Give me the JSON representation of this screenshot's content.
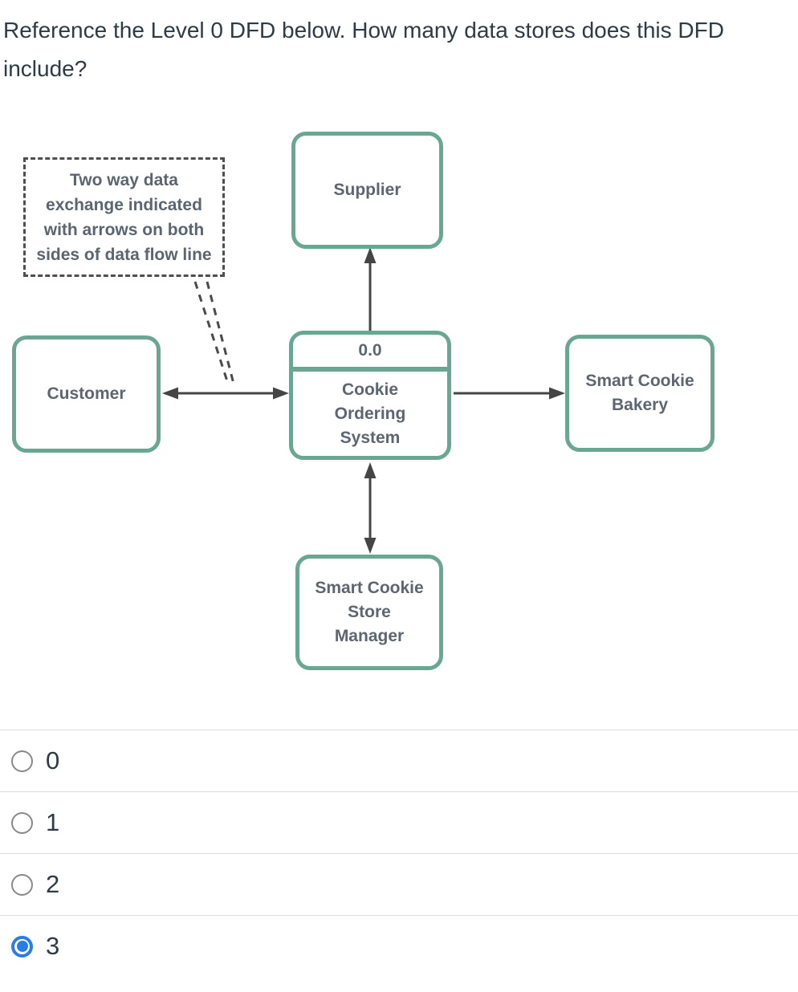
{
  "question": {
    "text": "Reference the Level 0 DFD below. How many data stores does this DFD include?"
  },
  "diagram": {
    "annotation_note": "Two way data\nexchange indicated\nwith arrows on both\nsides of data flow line",
    "process_id": "0.0",
    "nodes": {
      "supplier": "Supplier",
      "customer": "Customer",
      "process": "Cookie\nOrdering\nSystem",
      "bakery": "Smart Cookie\nBakery",
      "store_manager": "Smart Cookie\nStore\nManager"
    },
    "colors": {
      "box_border": "#69a793",
      "label_text": "#5d6670",
      "arrow": "#454545",
      "annotation_border": "#4f4f4f"
    }
  },
  "options": [
    {
      "label": "0",
      "selected": false
    },
    {
      "label": "1",
      "selected": false
    },
    {
      "label": "2",
      "selected": false
    },
    {
      "label": "3",
      "selected": true
    }
  ],
  "colors": {
    "question_text": "#2d3b45",
    "radio_selected": "#2b7ce9",
    "radio_unselected": "#898989",
    "divider": "#dcdcdc"
  }
}
